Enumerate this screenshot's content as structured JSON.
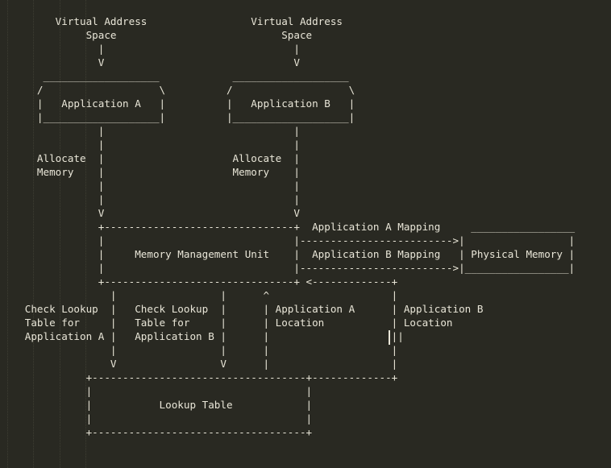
{
  "canvas": {
    "colors": {
      "bg": "#292922",
      "text": "#e9e6d8",
      "guide": "#3e3e33",
      "caret": "#e9e6d8"
    }
  },
  "diagram": {
    "nodes": [
      "Application A",
      "Application B",
      "Memory Management Unit",
      "Physical Memory",
      "Lookup Table"
    ],
    "flow_labels": [
      "Virtual Address Space",
      "Virtual Address Space",
      "Allocate Memory",
      "Allocate Memory",
      "Application A Mapping",
      "Application B Mapping",
      "Check Lookup Table for Application A",
      "Check Lookup Table for Application B",
      "Application A Location",
      "Application B Location"
    ],
    "lines": [
      "        Virtual Address                 Virtual Address",
      "             Space                           Space",
      "               |                               |",
      "               V                               V",
      "      ___________________            ___________________",
      "     /                   \\          /                   \\",
      "     |   Application A   |          |   Application B   |",
      "     |___________________|          |___________________|",
      "               |                               |",
      "               |                               |",
      "     Allocate  |                     Allocate  |",
      "     Memory    |                     Memory    |",
      "               |                               |",
      "               |                               |",
      "               V                               V",
      "               +-------------------------------+  Application A Mapping     _________________",
      "               |                               |------------------------->|                 |",
      "               |     Memory Management Unit    |  Application B Mapping   | Physical Memory |",
      "               |                               |------------------------->|_________________|",
      "               +-------------------------------+ <-------------+",
      "                 |                 |      ^                    |",
      "   Check Lookup  |   Check Lookup  |      | Application A      | Application B",
      "   Table for     |   Table for     |      | Location           | Location",
      "   Application A |   Application B |      |                    ||",
      "                 |                 |      |                    |",
      "                 V                 V      |                    |",
      "             +-----------------------------------+-------------+",
      "             |                                   |",
      "             |           Lookup Table            |",
      "             |                                   |",
      "             +-----------------------------------+"
    ]
  }
}
